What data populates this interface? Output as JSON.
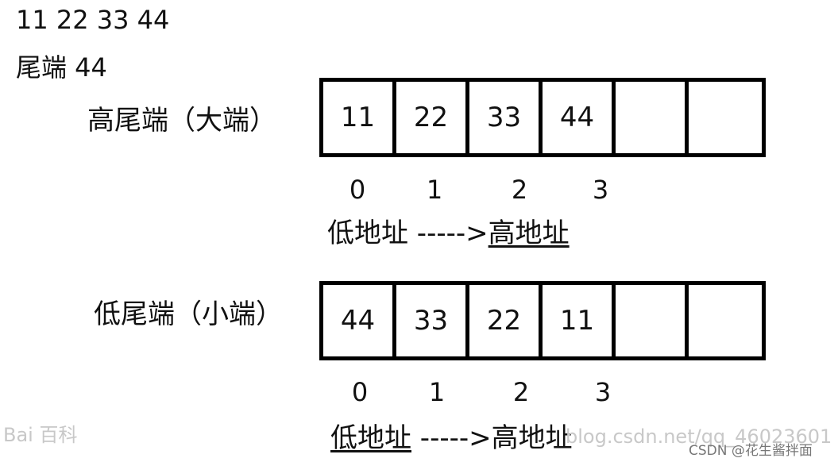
{
  "top": {
    "bytes_line": "11  22  33  44",
    "tail_line": "尾端 44"
  },
  "big_endian": {
    "label": "高尾端（大端）",
    "cells": [
      "11",
      "22",
      "33",
      "44",
      "",
      ""
    ],
    "indices": [
      "0",
      "1",
      "2",
      "3"
    ],
    "addr_low": "低地址",
    "addr_arrow": " ----->",
    "addr_high": "高地址"
  },
  "little_endian": {
    "label": "低尾端（小端）",
    "cells": [
      "44",
      "33",
      "22",
      "11",
      "",
      ""
    ],
    "indices": [
      "0",
      "1",
      "2",
      "3"
    ],
    "addr_low": "低地址",
    "addr_arrow": " ----->",
    "addr_high": "高地址"
  },
  "watermark": {
    "baidu": "Bai 百科",
    "csdn_url": "blog.csdn.net/qq_46023601",
    "credit": "CSDN @花生酱拌面"
  }
}
